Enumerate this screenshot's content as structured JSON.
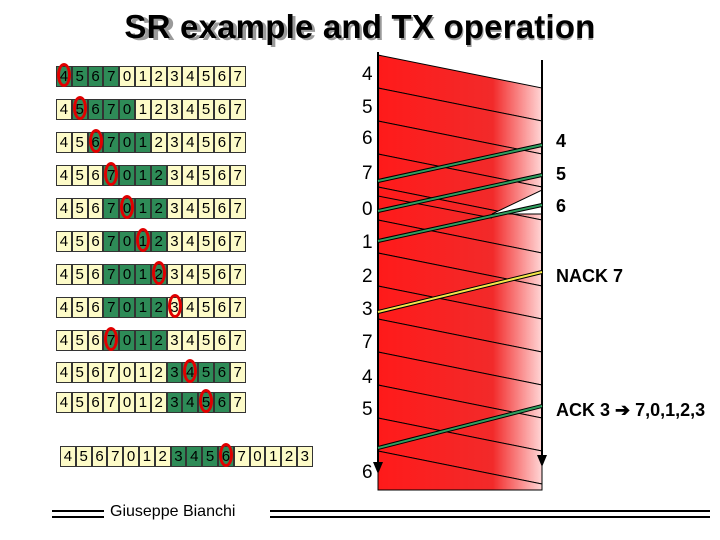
{
  "title": "SR example and TX operation",
  "footer": "Giuseppe Bianchi",
  "window_rows": [
    {
      "cells": [
        "4",
        "5",
        "6",
        "7",
        "0",
        "1",
        "2",
        "3",
        "4",
        "5",
        "6",
        "7"
      ],
      "green": [
        0,
        1,
        2,
        3
      ],
      "ring": 0
    },
    {
      "cells": [
        "4",
        "5",
        "6",
        "7",
        "0",
        "1",
        "2",
        "3",
        "4",
        "5",
        "6",
        "7"
      ],
      "green": [
        1,
        2,
        3,
        4
      ],
      "ring": 1
    },
    {
      "cells": [
        "4",
        "5",
        "6",
        "7",
        "0",
        "1",
        "2",
        "3",
        "4",
        "5",
        "6",
        "7"
      ],
      "green": [
        2,
        3,
        4,
        5
      ],
      "ring": 2
    },
    {
      "cells": [
        "4",
        "5",
        "6",
        "7",
        "0",
        "1",
        "2",
        "3",
        "4",
        "5",
        "6",
        "7"
      ],
      "green": [
        3,
        4,
        5,
        6
      ],
      "ring": 3
    },
    {
      "cells": [
        "4",
        "5",
        "6",
        "7",
        "0",
        "1",
        "2",
        "3",
        "4",
        "5",
        "6",
        "7"
      ],
      "green": [
        3,
        4,
        5,
        6
      ],
      "ring": 4
    },
    {
      "cells": [
        "4",
        "5",
        "6",
        "7",
        "0",
        "1",
        "2",
        "3",
        "4",
        "5",
        "6",
        "7"
      ],
      "green": [
        3,
        4,
        5,
        6
      ],
      "ring": 5
    },
    {
      "cells": [
        "4",
        "5",
        "6",
        "7",
        "0",
        "1",
        "2",
        "3",
        "4",
        "5",
        "6",
        "7"
      ],
      "green": [
        3,
        4,
        5,
        6
      ],
      "ring": 6
    },
    {
      "cells": [
        "4",
        "5",
        "6",
        "7",
        "0",
        "1",
        "2",
        "3",
        "4",
        "5",
        "6",
        "7"
      ],
      "green": [
        3,
        4,
        5,
        6
      ],
      "ring": 7
    },
    {
      "cells": [
        "4",
        "5",
        "6",
        "7",
        "0",
        "1",
        "2",
        "3",
        "4",
        "5",
        "6",
        "7"
      ],
      "green": [
        3,
        4,
        5,
        6
      ],
      "ring": 3
    },
    {
      "cells": [
        "4",
        "5",
        "6",
        "7",
        "0",
        "1",
        "2",
        "3",
        "4",
        "5",
        "6",
        "7"
      ],
      "green": [
        7,
        8,
        9,
        10
      ],
      "ring": 8
    },
    {
      "cells": [
        "4",
        "5",
        "6",
        "7",
        "0",
        "1",
        "2",
        "3",
        "4",
        "5",
        "6",
        "7"
      ],
      "green": [
        7,
        8,
        9,
        10
      ],
      "ring": 9
    }
  ],
  "final_row": {
    "cells": [
      "4",
      "5",
      "6",
      "7",
      "0",
      "1",
      "2",
      "3",
      "4",
      "5",
      "6",
      "7",
      "0",
      "1",
      "2",
      "3"
    ],
    "green": [
      7,
      8,
      9,
      10
    ],
    "ring": 10
  },
  "sender_labels": [
    "4",
    "5",
    "6",
    "7",
    "0",
    "1",
    "2",
    "3",
    "7",
    "4",
    "5",
    "6"
  ],
  "receiver_labels": [
    "4",
    "5",
    "6",
    "NACK 7",
    "ACK 3 ➔ 7,0,1,2,3"
  ]
}
